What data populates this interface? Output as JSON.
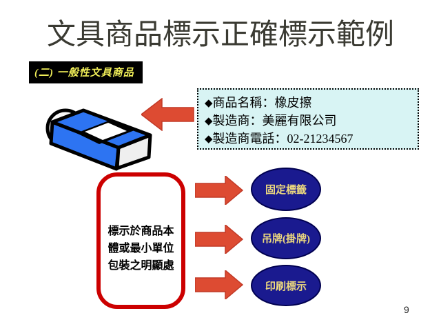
{
  "slide": {
    "title": "文具商品標示正確標示範例",
    "page_number": "9"
  },
  "section_label": {
    "text": "(二) 一般性文具商品"
  },
  "product_label_box": {
    "bullet": "◆",
    "items": [
      "商品名稱：橡皮擦",
      "製造商：美麗有限公司",
      "製造商電話：02-21234567"
    ]
  },
  "note_box": {
    "lines": [
      "標示於商品本",
      "體或最小單位",
      "包裝之明顯處"
    ]
  },
  "labeling_methods": [
    {
      "label": "固定標籤"
    },
    {
      "label": "吊牌(掛牌)"
    },
    {
      "label": "印刷標示"
    }
  ],
  "icons": {
    "eraser": "eraser-illustration",
    "arrow_left": "arrow-left-icon",
    "arrow_right": "arrow-right-icon"
  },
  "colors": {
    "title_color": "#3a3a32",
    "arrow_fill": "#dd4b32",
    "arrow_stroke": "#c23a27",
    "ellipse_fill": "#1a1a8f",
    "ellipse_stroke": "#000050",
    "ellipse_text": "#edd97e",
    "section_label_bg": "#000000",
    "section_label_text": "#f0ee58",
    "info_box_bg": "#d8f4f4",
    "note_border": "#cc0000",
    "eraser_blue": "#2d74f2"
  }
}
